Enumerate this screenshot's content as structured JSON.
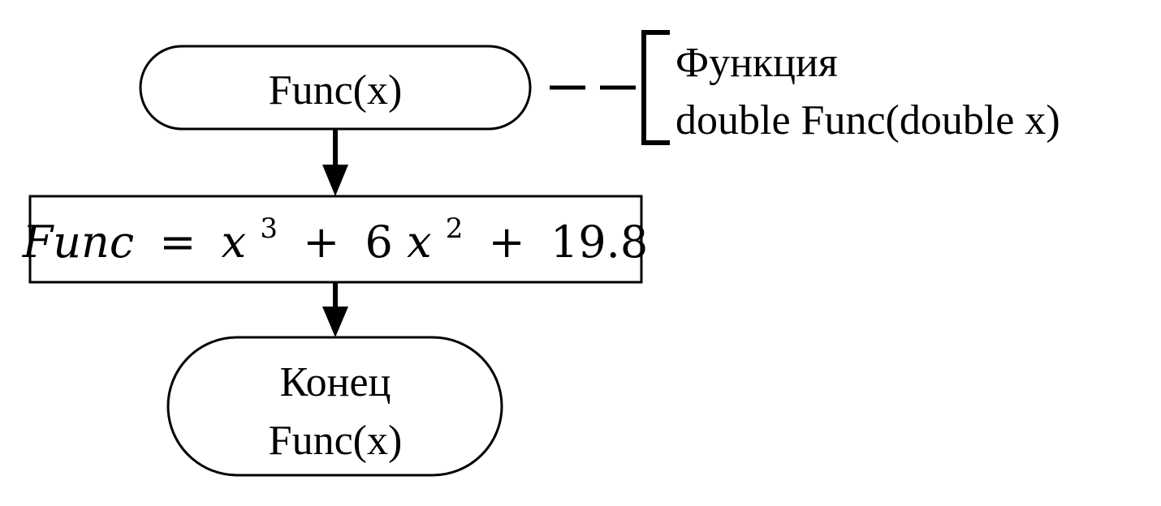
{
  "nodes": {
    "start": {
      "label": "Func(x)"
    },
    "process": {
      "formula": {
        "lhs": "Func",
        "eq": "=",
        "x1": "x",
        "exp1": "3",
        "plus1": "+",
        "coef": "6",
        "x2": "x",
        "exp2": "2",
        "plus2": "+",
        "constant": "19.8"
      }
    },
    "end": {
      "line1": "Конец",
      "line2": "Func(x)"
    }
  },
  "comment": {
    "line1": "Функция",
    "line2": "double Func(double x)"
  }
}
